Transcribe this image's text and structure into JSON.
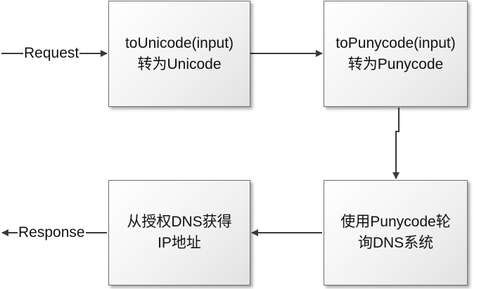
{
  "labels": {
    "request": "Request",
    "response": "Response"
  },
  "boxes": {
    "to_unicode": {
      "line1": "toUnicode(input)",
      "line2": "转为Unicode"
    },
    "to_punycode": {
      "line1": "toPunycode(input)",
      "line2": "转为Punycode"
    },
    "query_dns": {
      "line1": "使用Punycode轮",
      "line2": "询DNS系统"
    },
    "get_ip": {
      "line1": "从授权DNS获得",
      "line2": "IP地址"
    }
  },
  "colors": {
    "line": "#3a3a3a",
    "box_border": "#6f6f6f"
  }
}
